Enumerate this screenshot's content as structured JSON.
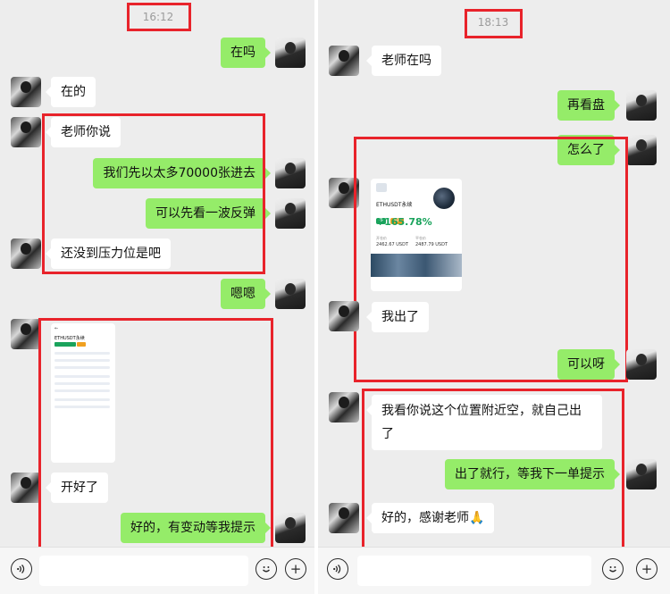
{
  "left_chat": {
    "timestamp": "16:12",
    "messages": [
      {
        "from": "me",
        "text": "在吗"
      },
      {
        "from": "other",
        "text": "在的"
      },
      {
        "from": "other",
        "text": "老师你说"
      },
      {
        "from": "me",
        "text": "我们先以太多70000张进去"
      },
      {
        "from": "me",
        "text": "可以先看一波反弹"
      },
      {
        "from": "other",
        "text": "还没到压力位是吧"
      },
      {
        "from": "me",
        "text": "嗯嗯"
      },
      {
        "from": "other",
        "type": "image",
        "text": "ETHUSDT永续"
      },
      {
        "from": "other",
        "text": "开好了"
      },
      {
        "from": "me",
        "text": "好的，有变动等我提示"
      }
    ]
  },
  "right_chat": {
    "timestamp": "18:13",
    "messages": [
      {
        "from": "other",
        "text": "老师在吗"
      },
      {
        "from": "me",
        "text": "再看盘"
      },
      {
        "from": "me",
        "text": "怎么了"
      },
      {
        "from": "other",
        "type": "image",
        "text": "ETHUSDT永续"
      },
      {
        "from": "other",
        "text": "我出了"
      },
      {
        "from": "me",
        "text": "可以呀"
      },
      {
        "from": "other",
        "text": "我看你说这个位置附近空，就自己出了"
      },
      {
        "from": "me",
        "text": "出了就行，等我下一单提示"
      },
      {
        "from": "other",
        "text": "好的，感谢老师🙏"
      }
    ]
  },
  "pnl_card": {
    "symbol": "ETHUSDT永续",
    "tag1": "多",
    "tag2": "50x",
    "roi": "+165.78%",
    "open_price_label": "开仓价",
    "close_price_label": "平仓价",
    "open_price": "2462.67 USDT",
    "close_price": "2487.79 USDT"
  },
  "mini_card": {
    "symbol": "ETHUSDT永续"
  },
  "colors": {
    "outgoing_bubble": "#95ec69",
    "incoming_bubble": "#ffffff",
    "highlight_box": "#e8232b",
    "chat_background": "#ededed",
    "roi_green": "#1aa35c"
  },
  "icons": {
    "voice": "voice-icon",
    "emoji": "emoji-icon",
    "plus": "plus-icon"
  }
}
